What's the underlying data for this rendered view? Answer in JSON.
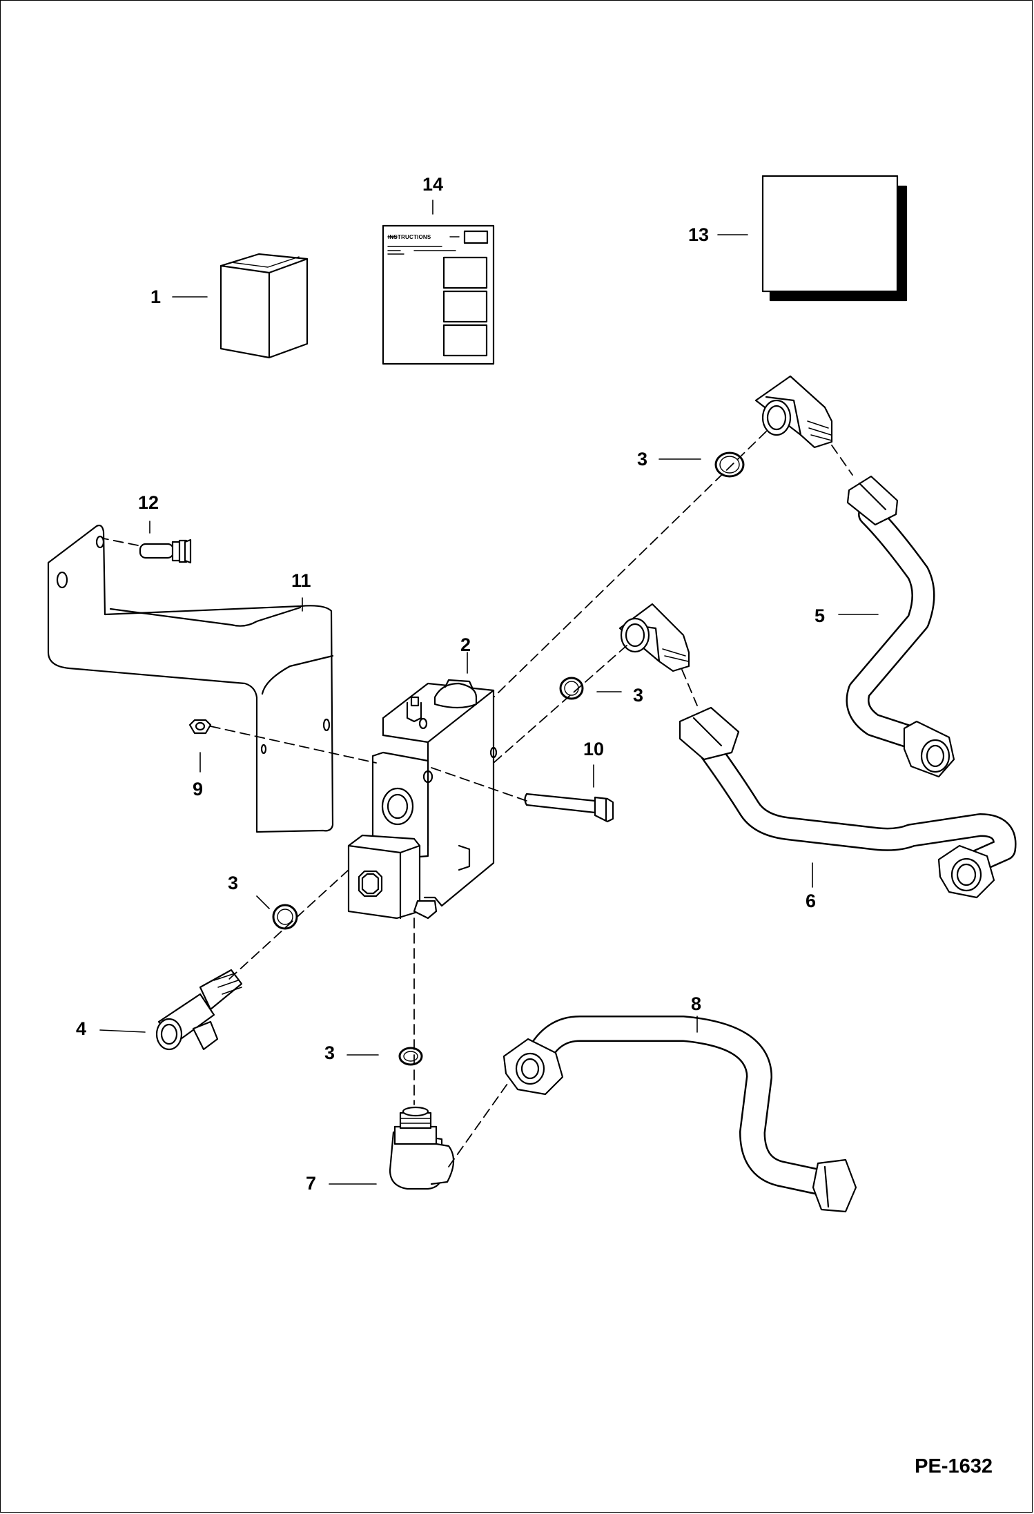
{
  "diagram": {
    "document_id": "PE-1632",
    "instructions_sheet_heading": "INSTRUCTIONS",
    "callouts": [
      {
        "id": "c1",
        "label": "1"
      },
      {
        "id": "c2",
        "label": "2"
      },
      {
        "id": "c3a",
        "label": "3"
      },
      {
        "id": "c3b",
        "label": "3"
      },
      {
        "id": "c3c",
        "label": "3"
      },
      {
        "id": "c3d",
        "label": "3"
      },
      {
        "id": "c4",
        "label": "4"
      },
      {
        "id": "c5",
        "label": "5"
      },
      {
        "id": "c6",
        "label": "6"
      },
      {
        "id": "c7",
        "label": "7"
      },
      {
        "id": "c8",
        "label": "8"
      },
      {
        "id": "c9",
        "label": "9"
      },
      {
        "id": "c10",
        "label": "10"
      },
      {
        "id": "c11",
        "label": "11"
      },
      {
        "id": "c12",
        "label": "12"
      },
      {
        "id": "c13",
        "label": "13"
      },
      {
        "id": "c14",
        "label": "14"
      }
    ]
  }
}
